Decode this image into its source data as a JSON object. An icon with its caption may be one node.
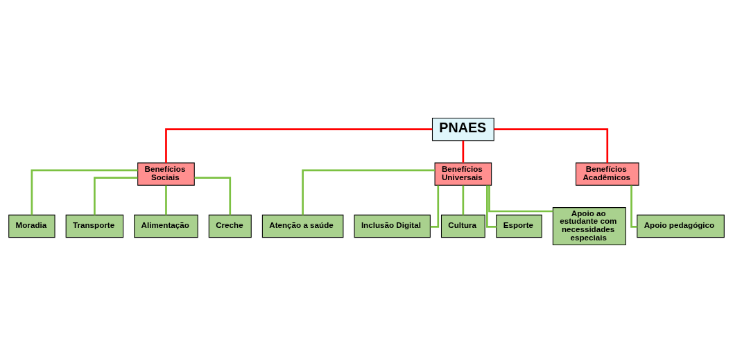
{
  "diagram": {
    "nodes": [
      {
        "text": [
          "PNAES"
        ]
      },
      {
        "text": [
          "Benefícios Sociais"
        ]
      },
      {
        "text": [
          "Moradia"
        ]
      },
      {
        "text": [
          "Transporte"
        ]
      },
      {
        "text": [
          "Alimentação"
        ]
      },
      {
        "text": [
          "Creche"
        ]
      },
      {
        "text": [
          "Benefícios Universais"
        ]
      },
      {
        "text": [
          "Atenção a saúde"
        ]
      },
      {
        "text": [
          "Inclusão Digital"
        ]
      },
      {
        "text": [
          "Cultura"
        ]
      },
      {
        "text": [
          "Esporte"
        ]
      },
      {
        "text": [
          "Apoio ao estudante com necessidades especiais"
        ]
      },
      {
        "text": [
          "Benefícios Acadêmicos"
        ]
      },
      {
        "text": [
          "Apoio pedagógico"
        ]
      }
    ],
    "edges": [
      {
        "from": 0,
        "to": 1,
        "arrow": "none",
        "color": "#ff0000"
      },
      {
        "from": 0,
        "to": 6,
        "arrow": "none",
        "color": "#ff0000"
      },
      {
        "from": 0,
        "to": 12,
        "arrow": "none",
        "color": "#ff0000"
      },
      {
        "from": 1,
        "to": 2,
        "arrow": "none"
      },
      {
        "from": 1,
        "to": 3,
        "arrow": "none"
      },
      {
        "from": 1,
        "to": 4,
        "arrow": "none"
      },
      {
        "from": 1,
        "to": 5,
        "arrow": "none"
      },
      {
        "from": 6,
        "to": 7,
        "arrow": "none"
      },
      {
        "from": 6,
        "to": 8,
        "arrow": "none"
      },
      {
        "from": 6,
        "to": 9,
        "arrow": "none"
      },
      {
        "from": 6,
        "to": 10,
        "arrow": "none"
      },
      {
        "from": 6,
        "to": 11,
        "arrow": "none"
      },
      {
        "from": 12,
        "to": 13,
        "arrow": "none"
      }
    ]
  }
}
